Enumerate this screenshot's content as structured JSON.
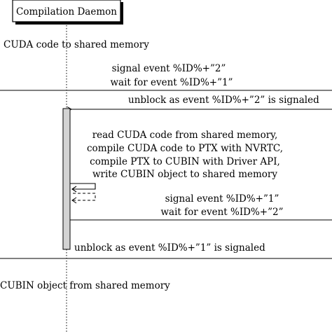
{
  "participant": {
    "label": "Compilation Daemon"
  },
  "messages": {
    "cuda_to_shm": "CUDA code to shared memory",
    "signal_line1": "signal event %ID%+”2”",
    "signal_line2": "wait for event %ID%+”1”",
    "unblock2": "unblock as event %ID%+”2” is signaled",
    "proc_line1": "read CUDA code from shared memory,",
    "proc_line2": "compile CUDA code to PTX with NVRTC,",
    "proc_line3": "compile PTX to CUBIN with Driver API,",
    "proc_line4": "write CUBIN object to shared memory",
    "signal1_line1": "signal event %ID%+”1”",
    "signal1_line2": "wait for event %ID%+”2”",
    "unblock1": "unblock as event %ID%+”1” is signaled",
    "cubin_from_shm": "CUBIN object from shared memory"
  }
}
